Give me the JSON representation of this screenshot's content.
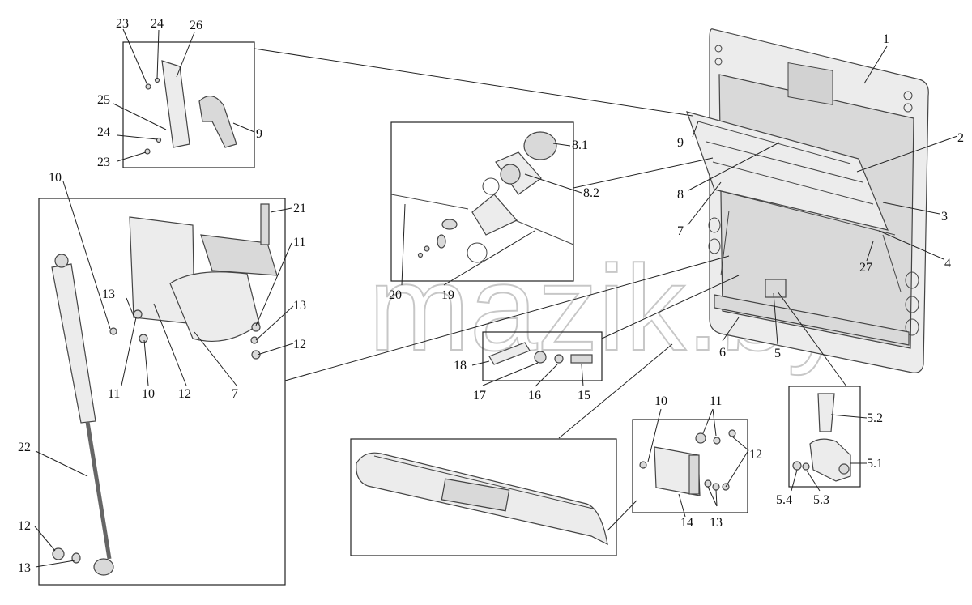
{
  "watermark": "mazik.by",
  "callouts": {
    "c1": "1",
    "c2": "2",
    "c3": "3",
    "c4": "4",
    "c5": "5",
    "c6": "6",
    "c7": "7",
    "c7b": "7",
    "c8": "8",
    "c9": "9",
    "c9b": "9",
    "c27": "27",
    "c20": "20",
    "c19": "19",
    "c8_1": "8.1",
    "c8_2": "8.2",
    "c18": "18",
    "c17": "17",
    "c16": "16",
    "c15": "15",
    "c23a": "23",
    "c24a": "24",
    "c26": "26",
    "c25": "25",
    "c24b": "24",
    "c23b": "23",
    "c10a": "10",
    "c21": "21",
    "c11a": "11",
    "c13a": "13",
    "c13b": "13",
    "c12a": "12",
    "c11b": "11",
    "c10b": "10",
    "c12b": "12",
    "c22": "22",
    "c12c": "12",
    "c13c": "13",
    "c10c": "10",
    "c11c": "11",
    "c12d": "12",
    "c14": "14",
    "c13d": "13",
    "c5_2": "5.2",
    "c5_1": "5.1",
    "c5_4": "5.4",
    "c5_3": "5.3"
  }
}
